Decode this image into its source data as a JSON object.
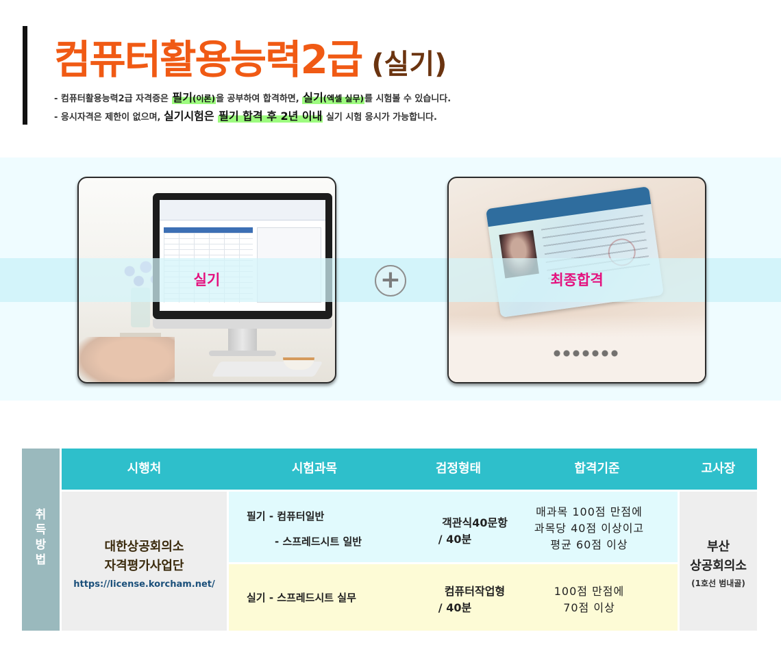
{
  "header": {
    "title_main": "컴퓨터활용능력2급",
    "title_sub": "(실기)",
    "line1": {
      "p1": "- 컴퓨터활용능력2급 자격증은 ",
      "hl1": "필기",
      "hl1_small": "(이론)",
      "p2": "을 공부하여 합격하면, ",
      "hl2": "실기",
      "hl2_small": "(엑셀 실무)",
      "p3": "를 시험볼 수 있습니다."
    },
    "line2": {
      "p1": "- 응시자격은 제한이 없으며, ",
      "em1": "실기시험은 ",
      "hl1": "필기 합격 후 2년 이내",
      "p2": " 실기 시험 응시가 가능합니다."
    }
  },
  "band": {
    "left_label": "실기",
    "plus": "+",
    "right_label": "최종합격"
  },
  "table": {
    "side_label": [
      "취",
      "득",
      "방",
      "법"
    ],
    "headers": [
      "시행처",
      "시험과목",
      "검정형태",
      "합격기준",
      "고사장"
    ],
    "organization": {
      "name_line1": "대한상공회의소",
      "name_line2": "자격평가사업단",
      "url": "https://license.korcham.net/"
    },
    "exam_room": {
      "line1": "부산",
      "line2": "상공회의소",
      "note": "(1호선 범내골)"
    },
    "rows": [
      {
        "subjects": [
          "필기  - 컴퓨터일반",
          "- 스프레드시트 일반"
        ],
        "format": [
          "객관식40문항",
          "/  40분"
        ],
        "criteria": [
          "매과목 100점 만점에",
          "과목당 40점 이상이고",
          "평균 60점 이상"
        ]
      },
      {
        "subjects": [
          "실기  - 스프레드시트 실무"
        ],
        "format": [
          "컴퓨터작업형",
          "/  40분"
        ],
        "criteria": [
          "100점 만점에",
          "70점 이상"
        ]
      }
    ]
  }
}
